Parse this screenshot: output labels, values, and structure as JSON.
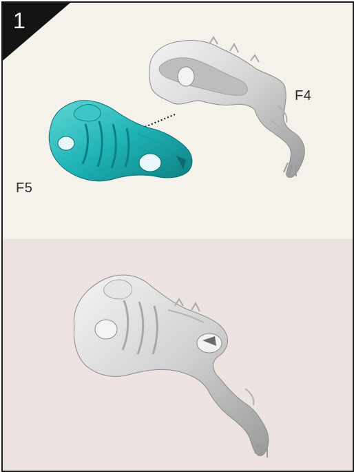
{
  "step": {
    "number": "1"
  },
  "labels": {
    "part_a": "F4",
    "part_b": "F5"
  },
  "colors": {
    "highlight_part": "#1fb3b5",
    "grey_part": "#d8d8d8",
    "top_panel": "#f5f2ec",
    "bottom_panel": "#ede4e2",
    "badge": "#141414"
  }
}
